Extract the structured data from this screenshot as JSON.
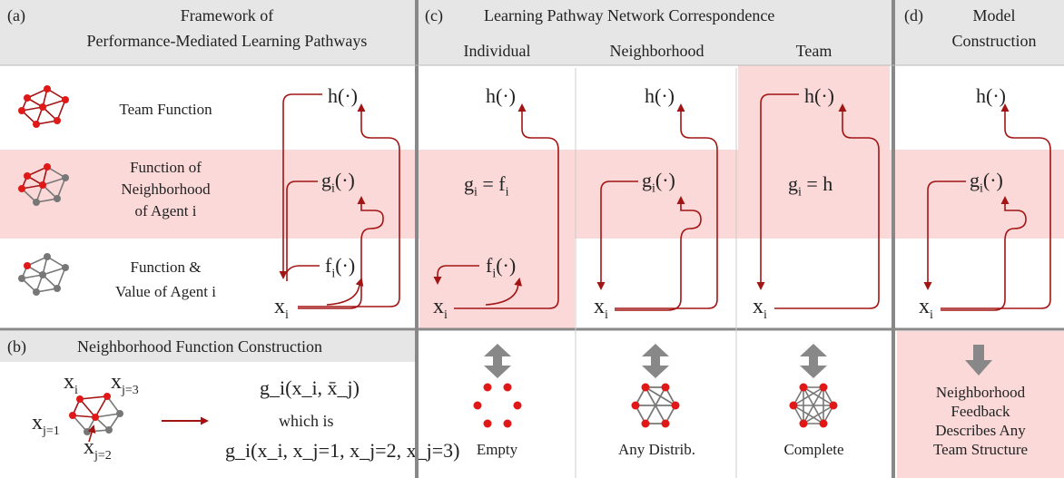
{
  "panels": {
    "a": {
      "tag": "(a)",
      "title_line1": "Framework of",
      "title_line2": "Performance-Mediated Learning Pathways"
    },
    "b": {
      "tag": "(b)",
      "title": "Neighborhood Function Construction"
    },
    "c": {
      "tag": "(c)",
      "title": "Learning Pathway Network Correspondence",
      "columns": [
        "Individual",
        "Neighborhood",
        "Team"
      ]
    },
    "d": {
      "tag": "(d)",
      "title_line1": "Model",
      "title_line2": "Construction"
    }
  },
  "rows": [
    {
      "label_lines": [
        "Team Function"
      ]
    },
    {
      "label_lines": [
        "Function of",
        "Neighborhood",
        "of Agent i"
      ]
    },
    {
      "label_lines": [
        "Function &",
        "Value of Agent i"
      ]
    }
  ],
  "functions": {
    "h": "h(·)",
    "g": "g",
    "f": "f",
    "call": "(·)",
    "sub_i": "i",
    "x": "x"
  },
  "equations": {
    "individual_lhs": "g",
    "individual_rhs": "= f",
    "team_lhs": "g",
    "team_rhs": "= h",
    "sub": "i"
  },
  "panel_b": {
    "labels": {
      "xi": "x",
      "xi_sub": "i",
      "xj1_sub": "j=1",
      "xj2_sub": "j=2",
      "xj3_sub": "j=3"
    },
    "formula_line1": "g_i(x_i, x̄_j)",
    "formula_which": "which is",
    "formula_line3": "g_i(x_i, x_j=1, x_j=2, x_j=3)"
  },
  "bottom_labels": {
    "individual": "Empty",
    "neighborhood": "Any Distrib.",
    "team": "Complete"
  },
  "panel_d_bottom": [
    "Neighborhood",
    "Feedback",
    "Describes Any",
    "Team Structure"
  ],
  "colors": {
    "accent": "#a31515",
    "pink": "#fbd9d9",
    "header": "#e6e6e6",
    "divider": "#888888",
    "gray_node": "#777777",
    "red_node": "#e01818"
  }
}
